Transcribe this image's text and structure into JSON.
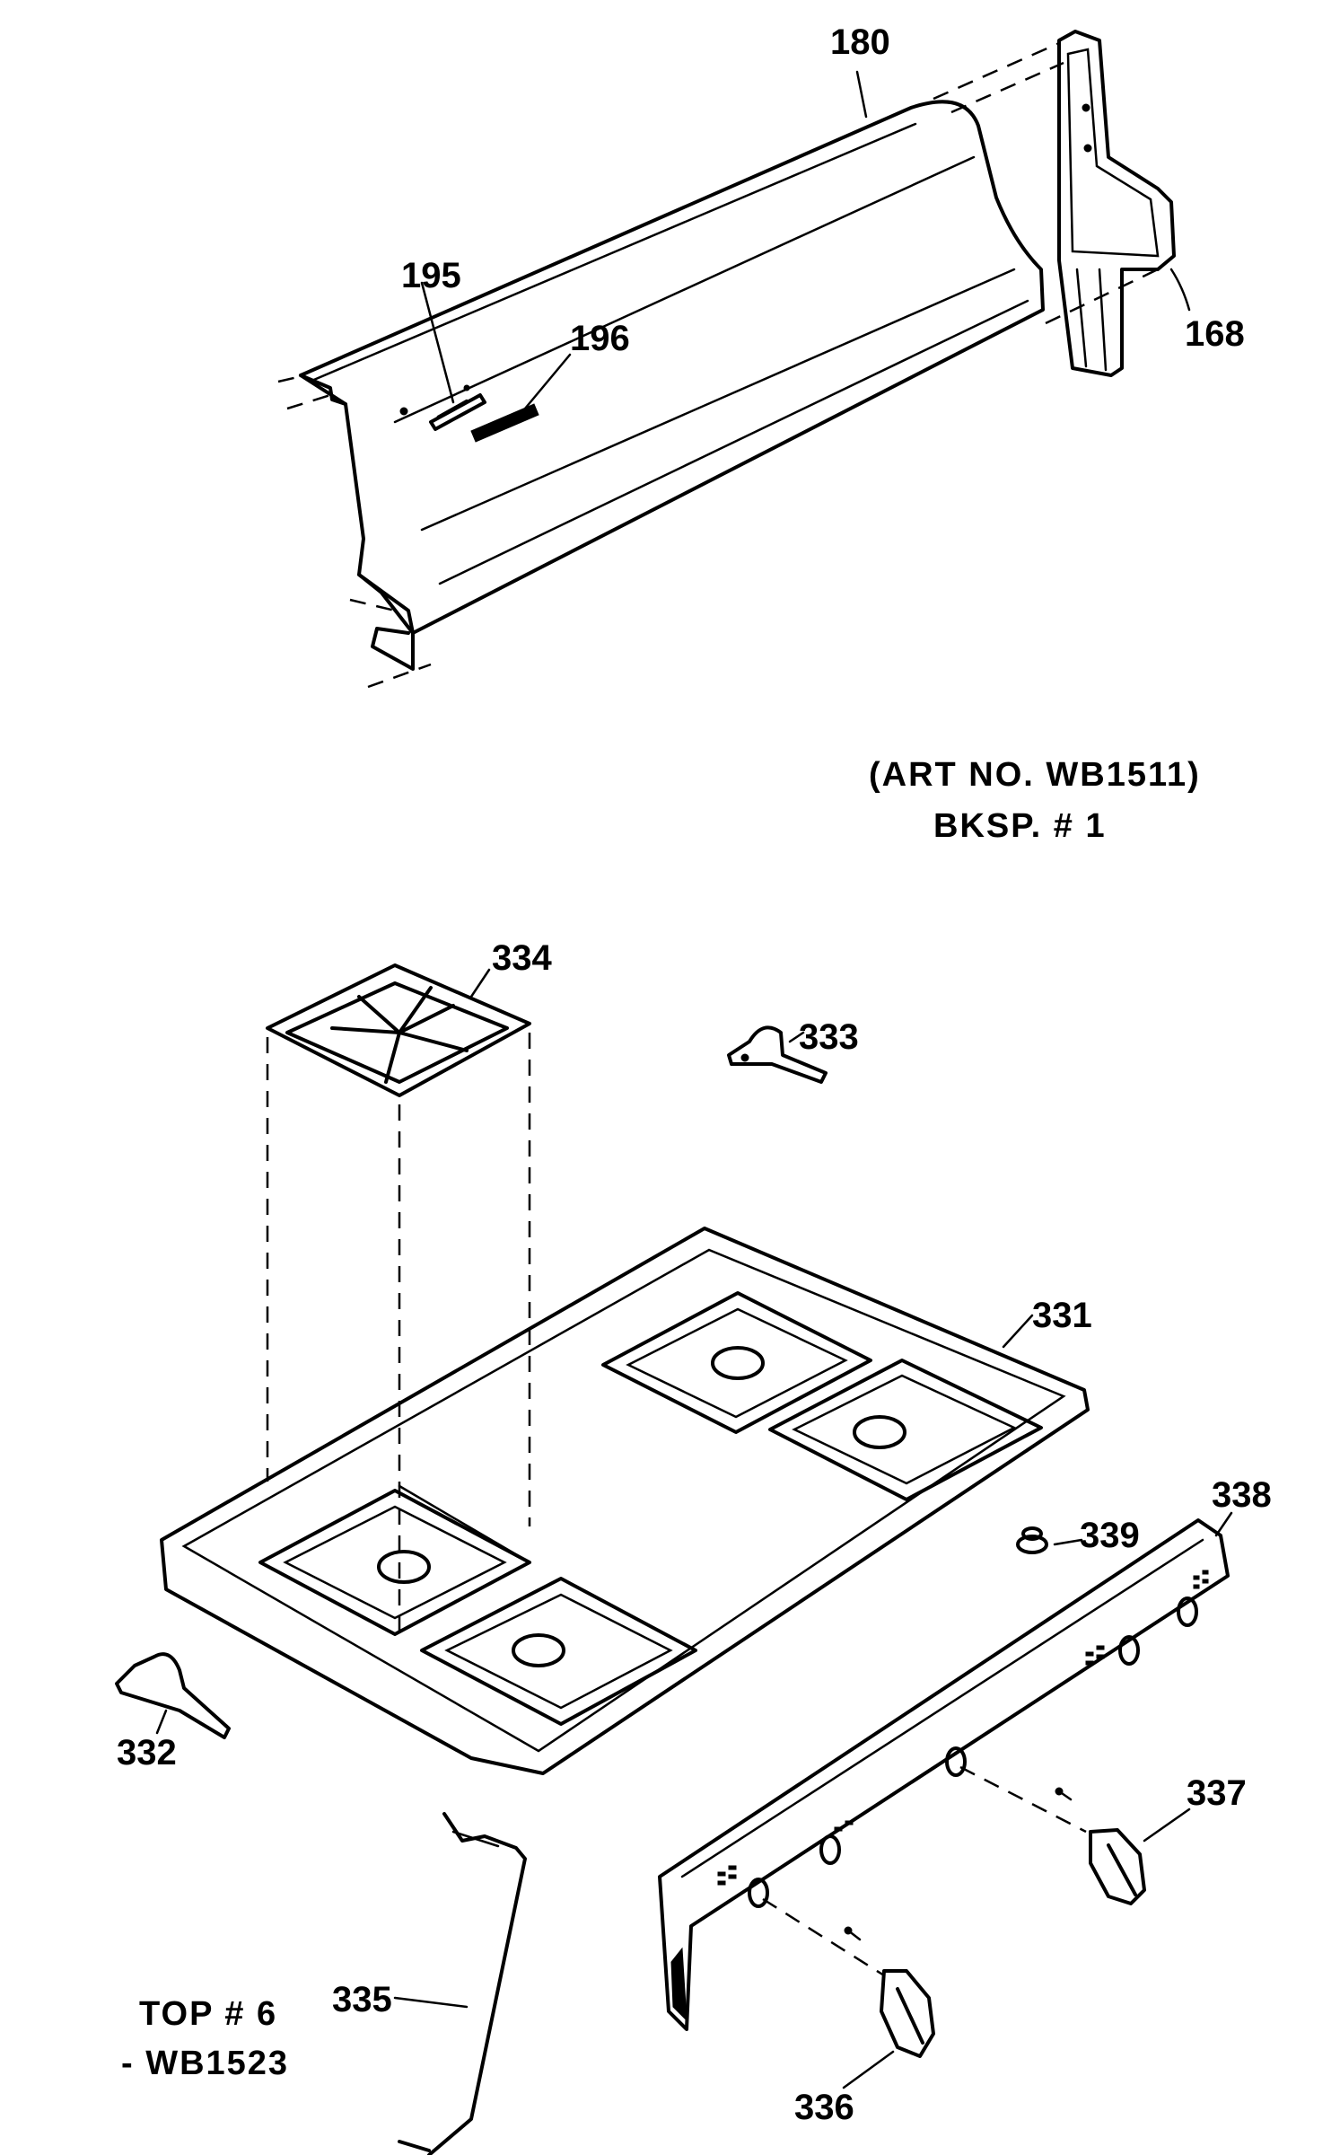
{
  "labels": {
    "p180": "180",
    "p195": "195",
    "p196": "196",
    "p168": "168",
    "p334": "334",
    "p333": "333",
    "p331": "331",
    "p338": "338",
    "p339": "339",
    "p332": "332",
    "p337": "337",
    "p335": "335",
    "p336": "336"
  },
  "captions": {
    "backsplash_art": "(ART NO. WB1511)",
    "backsplash_name": "BKSP. # 1",
    "top_name": "TOP # 6",
    "top_art": "- WB1523"
  }
}
